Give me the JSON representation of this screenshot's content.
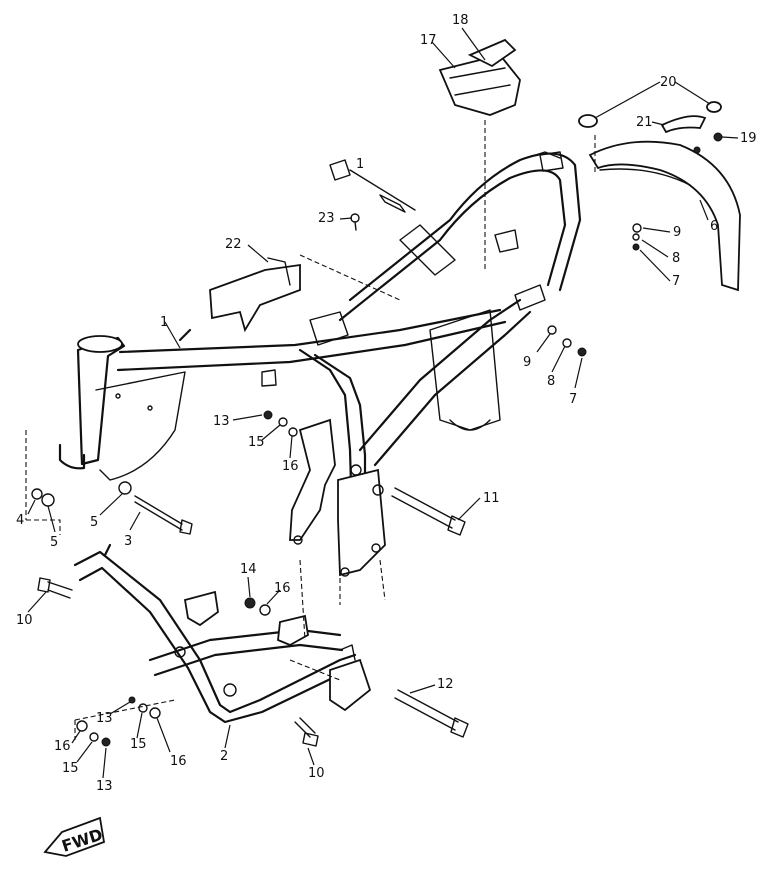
{
  "callouts": {
    "c1": "1",
    "c1b": "1",
    "c2": "2",
    "c3": "3",
    "c4": "4",
    "c5a": "5",
    "c5b": "5",
    "c6": "6",
    "c7a": "7",
    "c7b": "7",
    "c8a": "8",
    "c8b": "8",
    "c9a": "9",
    "c9b": "9",
    "c10a": "10",
    "c10b": "10",
    "c11": "11",
    "c12": "12",
    "c13a": "13",
    "c13b": "13",
    "c13c": "13",
    "c14": "14",
    "c15a": "15",
    "c15b": "15",
    "c15c": "15",
    "c16a": "16",
    "c16b": "16",
    "c16c": "16",
    "c16d": "16",
    "c17": "17",
    "c18": "18",
    "c19": "19",
    "c20": "20",
    "c21": "21",
    "c22": "22",
    "c23": "23"
  },
  "fwd_label": "FWD"
}
